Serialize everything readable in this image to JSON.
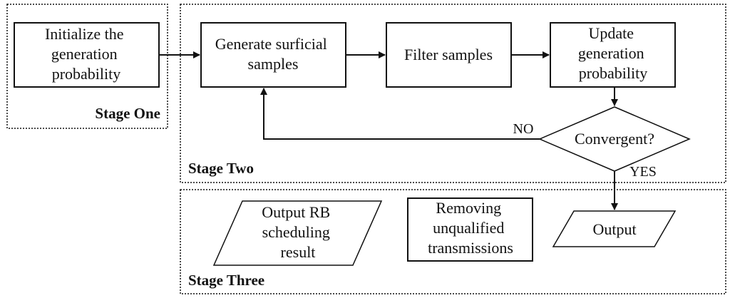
{
  "stages": {
    "one": "Stage One",
    "two": "Stage Two",
    "three": "Stage Three"
  },
  "nodes": {
    "init": [
      "Initialize the",
      "generation",
      "probability"
    ],
    "generate": [
      "Generate surficial",
      "samples"
    ],
    "filter": [
      "Filter samples"
    ],
    "update": [
      "Update",
      "generation",
      "probability"
    ],
    "convergent": [
      "Convergent?"
    ],
    "output": [
      "Output"
    ],
    "removing": [
      "Removing",
      "unqualified",
      "transmissions"
    ],
    "output_rb": [
      "Output RB",
      "scheduling",
      "result"
    ]
  },
  "branches": {
    "no": "NO",
    "yes": "YES"
  },
  "colors": {
    "line": "#111111",
    "background": "#ffffff"
  }
}
